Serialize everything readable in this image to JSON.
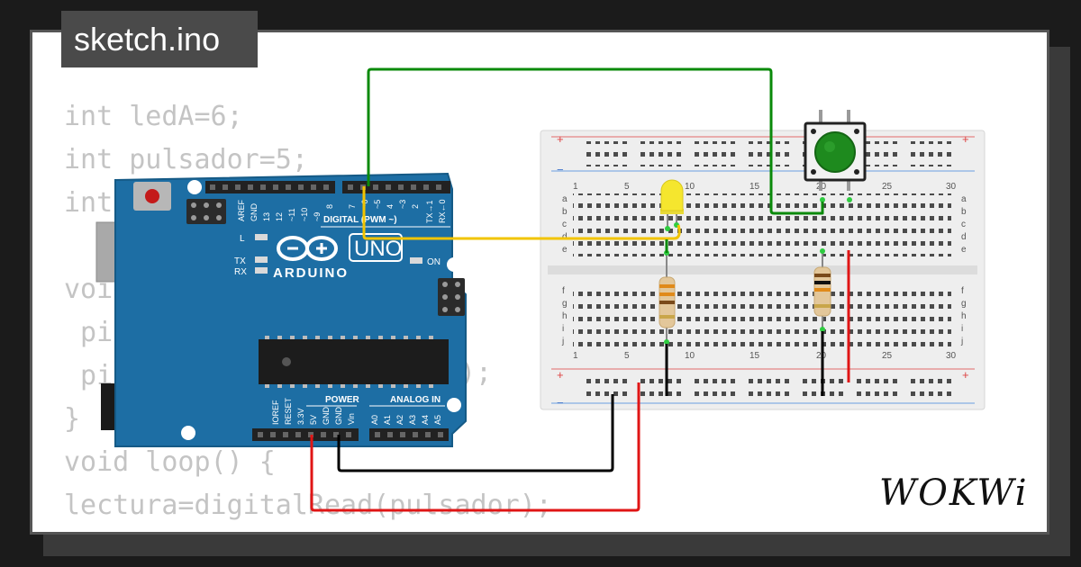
{
  "file_tab": {
    "label": "sketch.ino"
  },
  "code_lines": [
    "int ledA=6;",
    "int pulsador=5;",
    "int",
    "",
    "void",
    " pi",
    " pi",
    "}",
    "void loop() {",
    "lectura=digitalRead(pulsador);"
  ],
  "code_partial": {
    "paren_fragment": ");"
  },
  "arduino": {
    "brand": "ARDUINO",
    "model": "UNO",
    "digital_header": "DIGITAL (PWM ~)",
    "power_header": "POWER",
    "analog_header": "ANALOG IN",
    "led_labels": {
      "l": "L",
      "tx": "TX",
      "rx": "RX",
      "on": "ON"
    },
    "digital_pins": [
      "AREF",
      "GND",
      "13",
      "12",
      "~11",
      "~10",
      "~9",
      "8",
      "7",
      "~6",
      "~5",
      "4",
      "~3",
      "2",
      "TX→1",
      "RX←0"
    ],
    "power_pins": [
      "IOREF",
      "RESET",
      "3.3V",
      "5V",
      "GND",
      "GND",
      "Vin"
    ],
    "analog_pins": [
      "A0",
      "A1",
      "A2",
      "A3",
      "A4",
      "A5"
    ]
  },
  "breadboard": {
    "column_numbers": [
      "1",
      "5",
      "10",
      "15",
      "20",
      "25",
      "30"
    ],
    "row_letters_top": [
      "a",
      "b",
      "c",
      "d",
      "e"
    ],
    "row_letters_bottom": [
      "f",
      "g",
      "h",
      "i",
      "j"
    ],
    "rail_plus": "+",
    "rail_minus": "−"
  },
  "components": [
    {
      "type": "led",
      "color": "#f5e62e"
    },
    {
      "type": "pushbutton",
      "color": "#1e8a1e"
    },
    {
      "type": "resistor"
    },
    {
      "type": "resistor"
    }
  ],
  "wires": [
    {
      "color": "#0a8a0a"
    },
    {
      "color": "#f2c400"
    },
    {
      "color": "#000000"
    },
    {
      "color": "#e01515"
    }
  ],
  "brand_logo": "WOKWi"
}
